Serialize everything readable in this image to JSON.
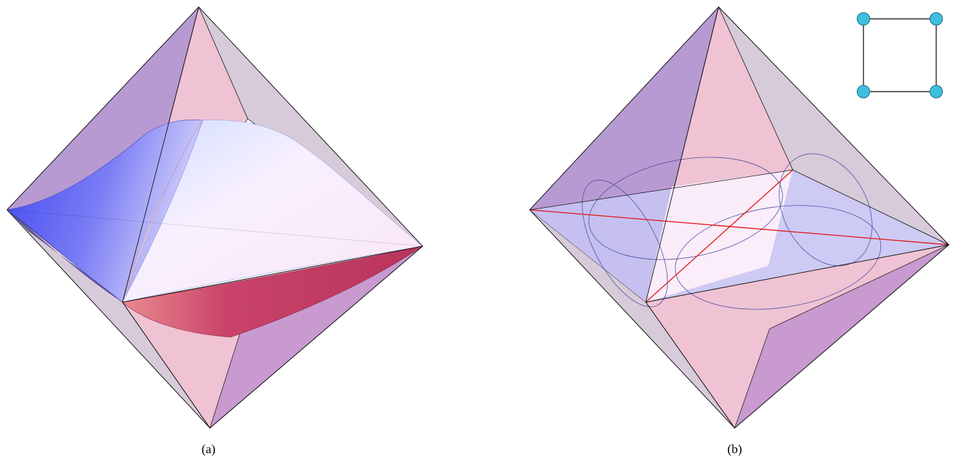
{
  "panels": [
    {
      "id": "a",
      "caption": "(a)"
    },
    {
      "id": "b",
      "caption": "(b)"
    }
  ],
  "colors": {
    "face_violet": "#b89ad2",
    "face_pink": "#efc3d3",
    "face_grey": "#d7cbd9",
    "surface_blue": "#5b5cf0",
    "surface_white": "#f6efff",
    "surface_magenta": "#c7406b",
    "plane_blue": "#c8c4f3",
    "plane_white": "#fdeefa",
    "ellipse_stroke": "#4b4fa3",
    "diagonal_red": "#e02020",
    "node_fill": "#3fbfdf",
    "edge_black": "#000000"
  },
  "inset_graph": {
    "nodes": 4,
    "edges": 4,
    "shape": "square"
  }
}
